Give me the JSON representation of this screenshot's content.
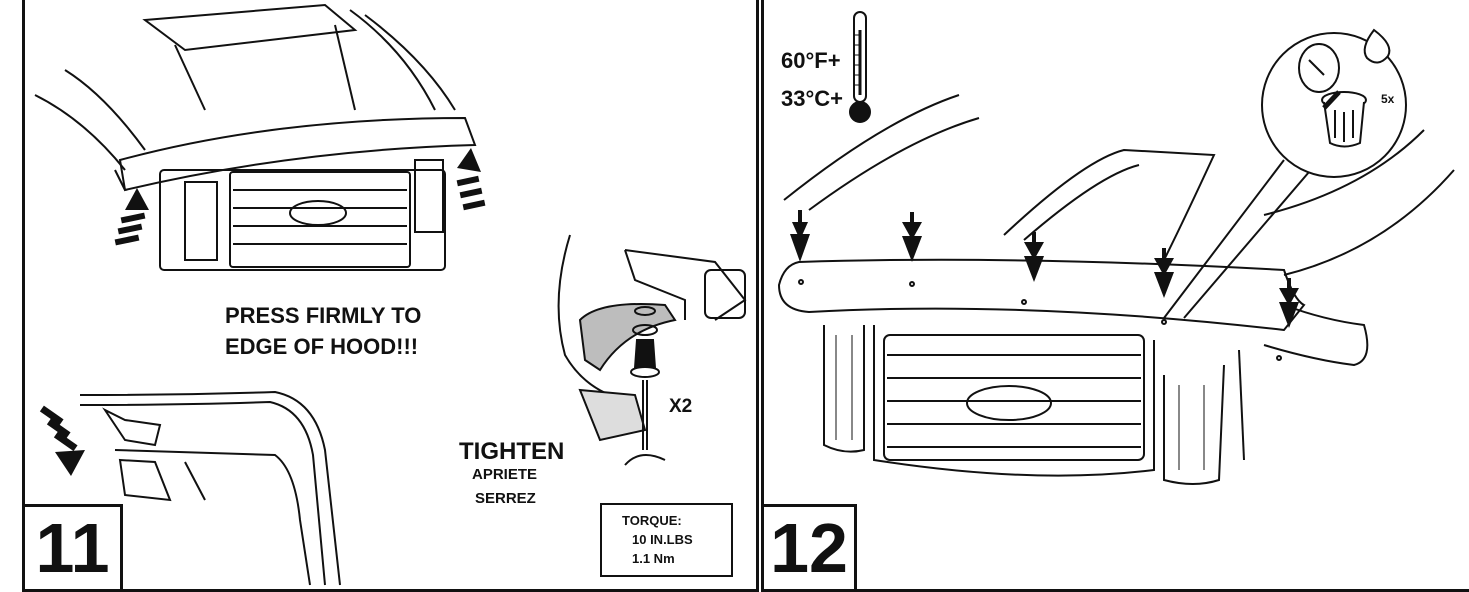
{
  "step_11": {
    "number": "11",
    "instruction": [
      "PRESS FIRMLY TO",
      "EDGE OF HOOD!!!"
    ],
    "tighten": "TIGHTEN",
    "tighten_es": "APRIETE",
    "tighten_fr": "SERREZ",
    "quantity": "X2",
    "torque": {
      "label": "TORQUE:",
      "value_imperial": "10 IN.LBS",
      "value_metric": "1.1 Nm"
    },
    "arrow_count": 3
  },
  "step_12": {
    "number": "12",
    "temperature_f": "60°F+",
    "temperature_c": "33°C+",
    "repetitions": "5x",
    "arrow_count": 5,
    "icons": [
      "thermometer-icon",
      "water-drop-icon",
      "trash-can-icon",
      "adhesive-liner-icon"
    ]
  },
  "colors": {
    "line": "#111111",
    "paper": "#ffffff",
    "shade": "#bdbdbd"
  }
}
